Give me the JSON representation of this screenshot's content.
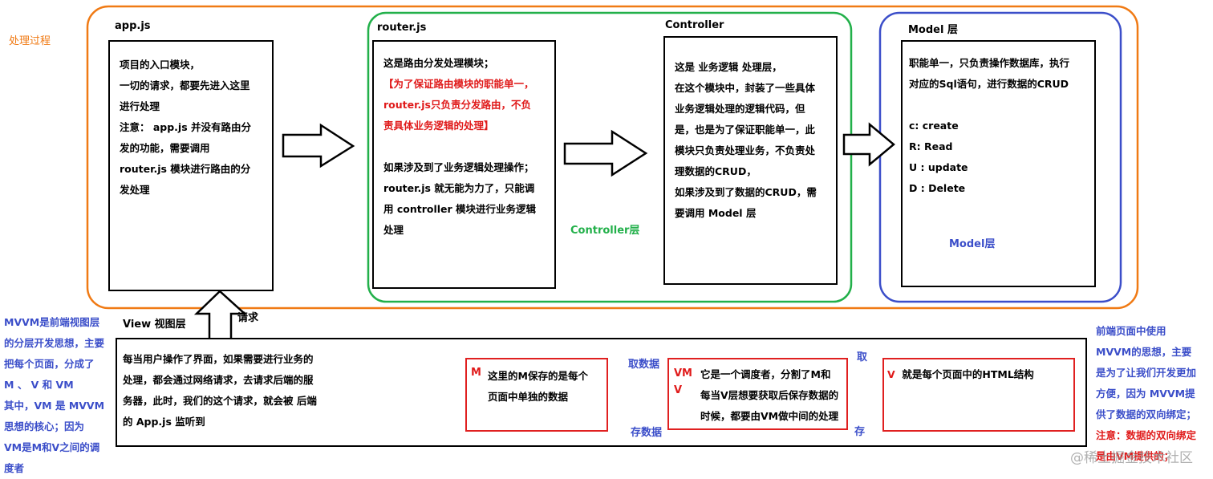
{
  "process_label": "处理过程",
  "appjs": {
    "title": "app.js",
    "lines": [
      "项目的入口模块，",
      "一切的请求，都要先进入这里",
      "进行处理",
      "注意： app.js 并没有路由分",
      "发的功能，需要调用",
      "router.js 模块进行路由的分",
      "发处理"
    ]
  },
  "router": {
    "title": "router.js",
    "line1": "这是路由分发处理模块；",
    "red_lines": [
      "【为了保证路由模块的职能单一，",
      "router.js只负责分发路由，不负",
      "责具体业务逻辑的处理】"
    ],
    "lines2": [
      "如果涉及到了业务逻辑处理操作；",
      "router.js 就无能为力了，只能调",
      "用 controller 模块进行业务逻辑",
      "处理"
    ]
  },
  "controller": {
    "title": "Controller",
    "layer_label": "Controller层",
    "lines": [
      "这是 业务逻辑 处理层，",
      "在这个模块中，封装了一些具体",
      "业务逻辑处理的逻辑代码，但",
      "是，也是为了保证职能单一，此",
      "模块只负责处理业务，不负责处",
      "理数据的CRUD，",
      "如果涉及到了数据的CRUD，需",
      "要调用 Model 层"
    ]
  },
  "model": {
    "title": "Model 层",
    "layer_label": "Model层",
    "lines": [
      "职能单一，只负责操作数据库，执行",
      "对应的Sql语句，进行数据的CRUD"
    ],
    "crud": [
      "c:  create",
      "R: Read",
      "U : update",
      "D : Delete"
    ]
  },
  "request_label": "请求",
  "view": {
    "title": "View 视图层",
    "lines": [
      "每当用户操作了界面，如果需要进行业务的",
      "处理，都会通过网络请求，去请求后端的服",
      "务器，此时，我们的这个请求，就会被 后端",
      "的 App.js 监听到"
    ]
  },
  "mvvm_left": [
    "MVVM是前端视图层",
    "的分层开发思想，主要",
    "把每个页面，分成了",
    "M 、 V 和 VM",
    "其中，VM 是 MVVM",
    "思想的核心；因为",
    "VM是M和V之间的调",
    "度者"
  ],
  "mvvm_right": [
    "前端页面中使用",
    "MVVM的思想，主要",
    "是为了让我们开发更加",
    "方便，因为 MVVM提",
    "供了数据的双向绑定；"
  ],
  "mvvm_right_red": [
    "注意：数据的双向绑定",
    "是由VM提供的；"
  ],
  "m_box": {
    "tag": "M",
    "lines": [
      "这里的M保存的是每个",
      "页面中单独的数据"
    ]
  },
  "vm_box": {
    "tag1": "VM",
    "tag2": "V",
    "lines": [
      "它是一个调度者，分割了M和",
      "每当V层想要获取后保存数据的",
      "时候，都要由VM做中间的处理"
    ]
  },
  "v_box": {
    "tag": "V",
    "text": "就是每个页面中的HTML结构"
  },
  "arrows": {
    "fetch": "取数据",
    "store": "存数据",
    "take": "取",
    "save": "存"
  },
  "watermark": "@稀土掘金技术社区",
  "colors": {
    "orange": "#f07a14",
    "green": "#22b04a",
    "blue": "#3b4ec9",
    "red": "#e01b1b"
  }
}
